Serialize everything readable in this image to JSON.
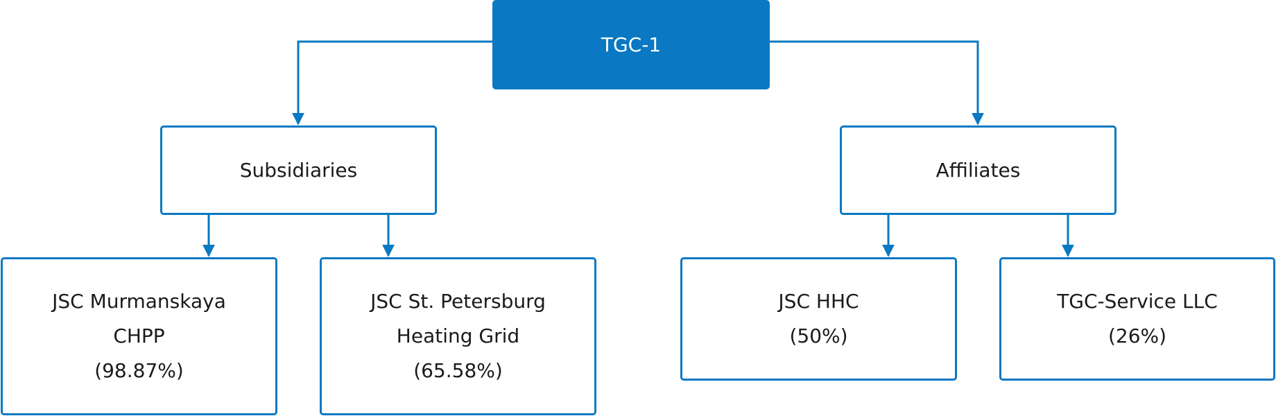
{
  "diagram": {
    "root": {
      "label": "TGC-1"
    },
    "subsidiaries": {
      "label": "Subsidiaries",
      "children": [
        {
          "lines": [
            "JSC Murmanskaya",
            "CHPP",
            "(98.87%)"
          ]
        },
        {
          "lines": [
            "JSC St. Petersburg",
            "Heating Grid",
            "(65.58%)"
          ]
        }
      ]
    },
    "affiliates": {
      "label": "Affiliates",
      "children": [
        {
          "lines": [
            "JSC HHC",
            "(50%)"
          ]
        },
        {
          "lines": [
            "TGC-Service LLC",
            "(26%)"
          ]
        }
      ]
    },
    "colors": {
      "accent": "#0a78c2",
      "text": "#1a1a1a",
      "root_text": "#ffffff"
    }
  }
}
